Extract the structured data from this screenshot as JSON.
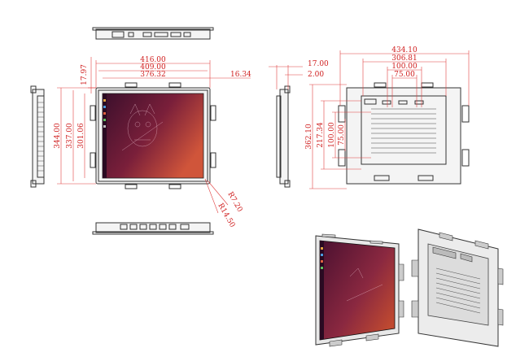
{
  "front_view": {
    "width_outer": "416.00",
    "width_mid": "409.00",
    "width_active": "376.32",
    "top_margin": "17.97",
    "side_margin": "16.34",
    "height_outer": "344.00",
    "height_mid": "337.00",
    "height_active": "301.06",
    "radius_outer": "R7.20",
    "radius_inner": "R14.50"
  },
  "side_view": {
    "depth_total": "17.00",
    "depth_bezel": "2.00"
  },
  "rear_view": {
    "width_bracket": "434.10",
    "width_frame": "306.81",
    "vesa_100_h": "100.00",
    "vesa_75_h": "75.00",
    "height_bracket": "362.10",
    "height_frame": "217.34",
    "vesa_100_v": "100.00",
    "vesa_75_v": "75.00"
  },
  "colors": {
    "dimension": "#d02020",
    "outline": "#333333",
    "screen_dark": "#3a0f2c",
    "screen_warm": "#c0452e"
  }
}
